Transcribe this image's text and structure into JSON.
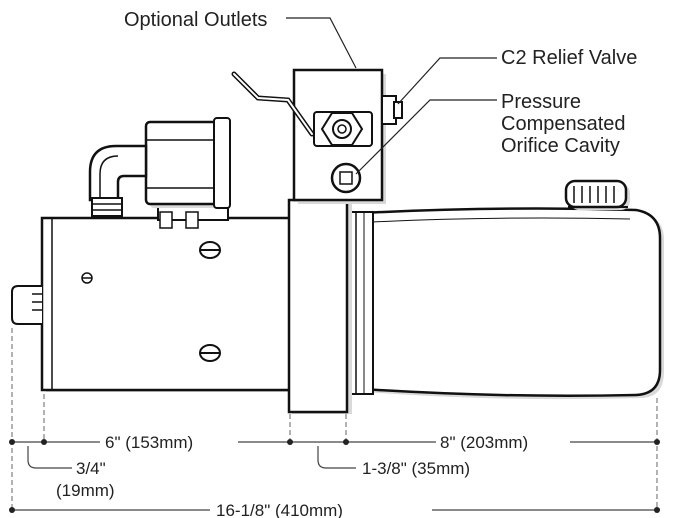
{
  "callouts": {
    "optional_outlets": "Optional Outlets",
    "c2_relief_valve": "C2 Relief Valve",
    "pressure_line1": "Pressure",
    "pressure_line2": "Compensated",
    "pressure_line3": "Orifice Cavity"
  },
  "dimensions": {
    "motor_length": "6\" (153mm)",
    "reservoir_length": "8\" (203mm)",
    "end_cap_line1": "3/4\"",
    "end_cap_line2": "(19mm)",
    "manifold_width": "1-3/8\" (35mm)",
    "overall_length": "16-1/8\" (410mm)"
  }
}
